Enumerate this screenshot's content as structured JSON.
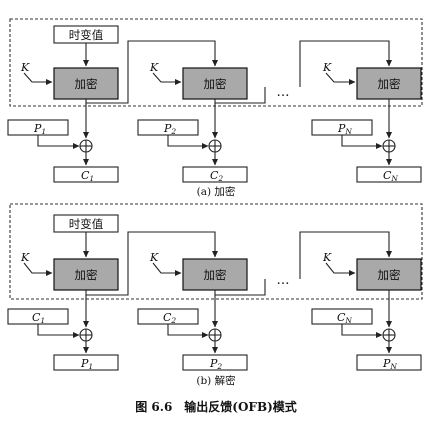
{
  "top": {
    "iv_label": "时变值",
    "key_label": "K",
    "enc_label": "加密",
    "ellipsis": "…",
    "inputs": [
      {
        "main": "P",
        "sub": "1"
      },
      {
        "main": "P",
        "sub": "2"
      },
      {
        "main": "P",
        "sub": "N"
      }
    ],
    "outputs": [
      {
        "main": "C",
        "sub": "1"
      },
      {
        "main": "C",
        "sub": "2"
      },
      {
        "main": "C",
        "sub": "N"
      }
    ],
    "caption": "(a) 加密"
  },
  "bottom": {
    "iv_label": "时变值",
    "key_label": "K",
    "enc_label": "加密",
    "ellipsis": "…",
    "inputs": [
      {
        "main": "C",
        "sub": "1"
      },
      {
        "main": "C",
        "sub": "2"
      },
      {
        "main": "C",
        "sub": "N"
      }
    ],
    "outputs": [
      {
        "main": "P",
        "sub": "1"
      },
      {
        "main": "P",
        "sub": "2"
      },
      {
        "main": "P",
        "sub": "N"
      }
    ],
    "caption": "(b) 解密"
  },
  "figure_caption": "图 6.6　输出反馈(OFB)模式"
}
